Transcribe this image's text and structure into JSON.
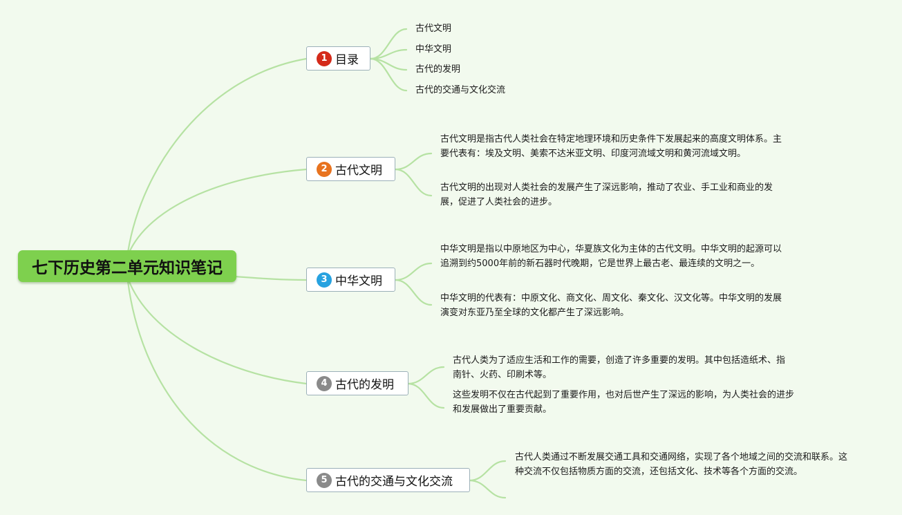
{
  "root": {
    "label": "七下历史第二单元知识笔记"
  },
  "colors": {
    "root_fill": "#7ed04e",
    "link": "#b6e2a3",
    "background": "#f2faee",
    "badge_1": "#d42a1a",
    "badge_2": "#e8731f",
    "badge_3": "#27a2e0",
    "badge_4": "#8a8a8a",
    "badge_5": "#8a8a8a"
  },
  "topics": [
    {
      "number": "1",
      "label": "目录",
      "children": [
        "古代文明",
        "中华文明",
        "古代的发明",
        "古代的交通与文化交流"
      ]
    },
    {
      "number": "2",
      "label": "古代文明",
      "children": [
        "古代文明是指古代人类社会在特定地理环境和历史条件下发展起来的高度文明体系。主要代表有：埃及文明、美索不达米亚文明、印度河流域文明和黄河流域文明。",
        "古代文明的出现对人类社会的发展产生了深远影响，推动了农业、手工业和商业的发展，促进了人类社会的进步。"
      ]
    },
    {
      "number": "3",
      "label": "中华文明",
      "children": [
        "中华文明是指以中原地区为中心，华夏族文化为主体的古代文明。中华文明的起源可以追溯到约5000年前的新石器时代晚期，它是世界上最古老、最连续的文明之一。",
        "中华文明的代表有：中原文化、商文化、周文化、秦文化、汉文化等。中华文明的发展演变对东亚乃至全球的文化都产生了深远影响。"
      ]
    },
    {
      "number": "4",
      "label": "古代的发明",
      "children": [
        "古代人类为了适应生活和工作的需要，创造了许多重要的发明。其中包括造纸术、指南针、火药、印刷术等。",
        "这些发明不仅在古代起到了重要作用，也对后世产生了深远的影响，为人类社会的进步和发展做出了重要贡献。"
      ]
    },
    {
      "number": "5",
      "label": "古代的交通与文化交流",
      "children": [
        "古代人类通过不断发展交通工具和交通网络，实现了各个地域之间的交流和联系。这种交流不仅包括物质方面的交流，还包括文化、技术等各个方面的交流。"
      ]
    }
  ]
}
